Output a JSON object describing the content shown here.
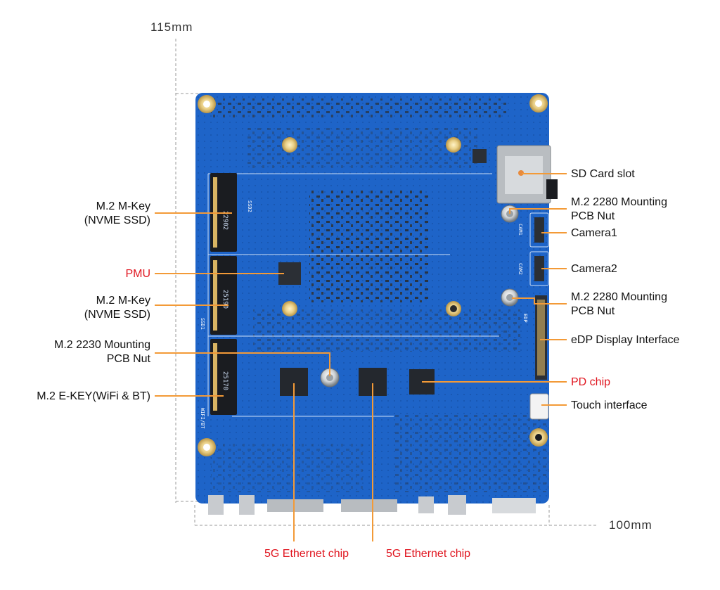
{
  "dimensions": {
    "width": "115mm",
    "height": "100mm"
  },
  "colors": {
    "leader_line": "#f39a37",
    "highlight_text": "#e0141e",
    "board": "#1e64c8"
  },
  "callouts": [
    {
      "id": "sd-card-slot",
      "text": [
        "SD Card slot"
      ],
      "highlight": false
    },
    {
      "id": "m2-2280-nut-top",
      "text": [
        "M.2 2280 Mounting",
        "PCB Nut"
      ],
      "highlight": false
    },
    {
      "id": "camera1",
      "text": [
        "Camera1"
      ],
      "highlight": false
    },
    {
      "id": "camera2",
      "text": [
        "Camera2"
      ],
      "highlight": false
    },
    {
      "id": "m2-2280-nut-bottom",
      "text": [
        "M.2 2280 Mounting",
        "PCB Nut"
      ],
      "highlight": false
    },
    {
      "id": "edp-display",
      "text": [
        "eDP Display Interface"
      ],
      "highlight": false
    },
    {
      "id": "pd-chip",
      "text": [
        "PD chip"
      ],
      "highlight": true
    },
    {
      "id": "touch-interface",
      "text": [
        "Touch interface"
      ],
      "highlight": false
    },
    {
      "id": "m2-mkey-1",
      "text": [
        "M.2 M-Key",
        "(NVME SSD)"
      ],
      "highlight": false
    },
    {
      "id": "pmu",
      "text": [
        "PMU"
      ],
      "highlight": true
    },
    {
      "id": "m2-mkey-2",
      "text": [
        "M.2 M-Key",
        "(NVME SSD)"
      ],
      "highlight": false
    },
    {
      "id": "m2-2230-nut",
      "text": [
        "M.2 2230 Mounting",
        "PCB Nut"
      ],
      "highlight": false
    },
    {
      "id": "m2-ekey",
      "text": [
        "M.2 E-KEY(WiFi & BT)"
      ],
      "highlight": false
    },
    {
      "id": "ethernet-chip-1",
      "text": [
        "5G Ethernet chip"
      ],
      "highlight": true
    },
    {
      "id": "ethernet-chip-2",
      "text": [
        "5G Ethernet chip"
      ],
      "highlight": true
    }
  ],
  "board_silkscreen": {
    "ssd1": "SSD1",
    "ssd2": "SSD2",
    "cam1": "CAM1",
    "cam2": "CAM2",
    "edp": "EDP",
    "wifi_bt": "WIFI/BT",
    "ssd_slot_1": "22902",
    "ssd_slot_2": "25190",
    "ssd_slot_3": "25170"
  }
}
